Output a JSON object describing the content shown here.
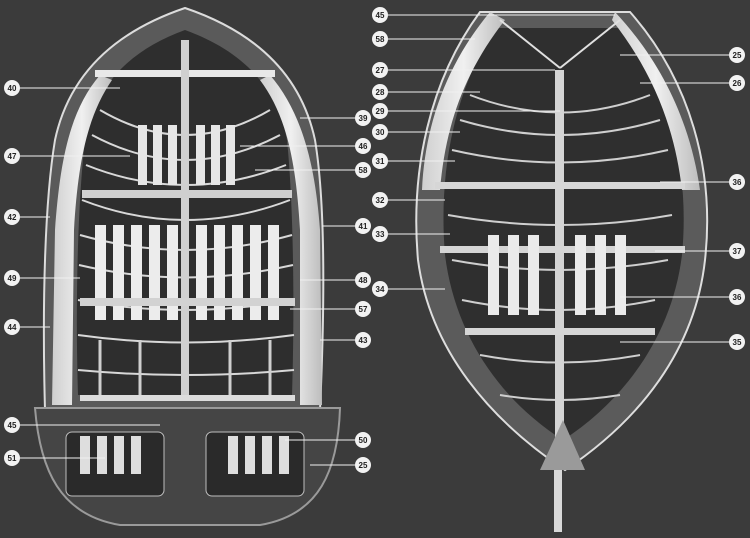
{
  "left_boat_callouts": [
    "40",
    "39",
    "47",
    "46",
    "58",
    "42",
    "41",
    "49",
    "48",
    "57",
    "44",
    "43",
    "45",
    "50",
    "51",
    "25"
  ],
  "right_boat_callouts": [
    "45",
    "58",
    "25",
    "27",
    "26",
    "28",
    "29",
    "30",
    "31",
    "36",
    "32",
    "33",
    "37",
    "34",
    "36",
    "35"
  ]
}
